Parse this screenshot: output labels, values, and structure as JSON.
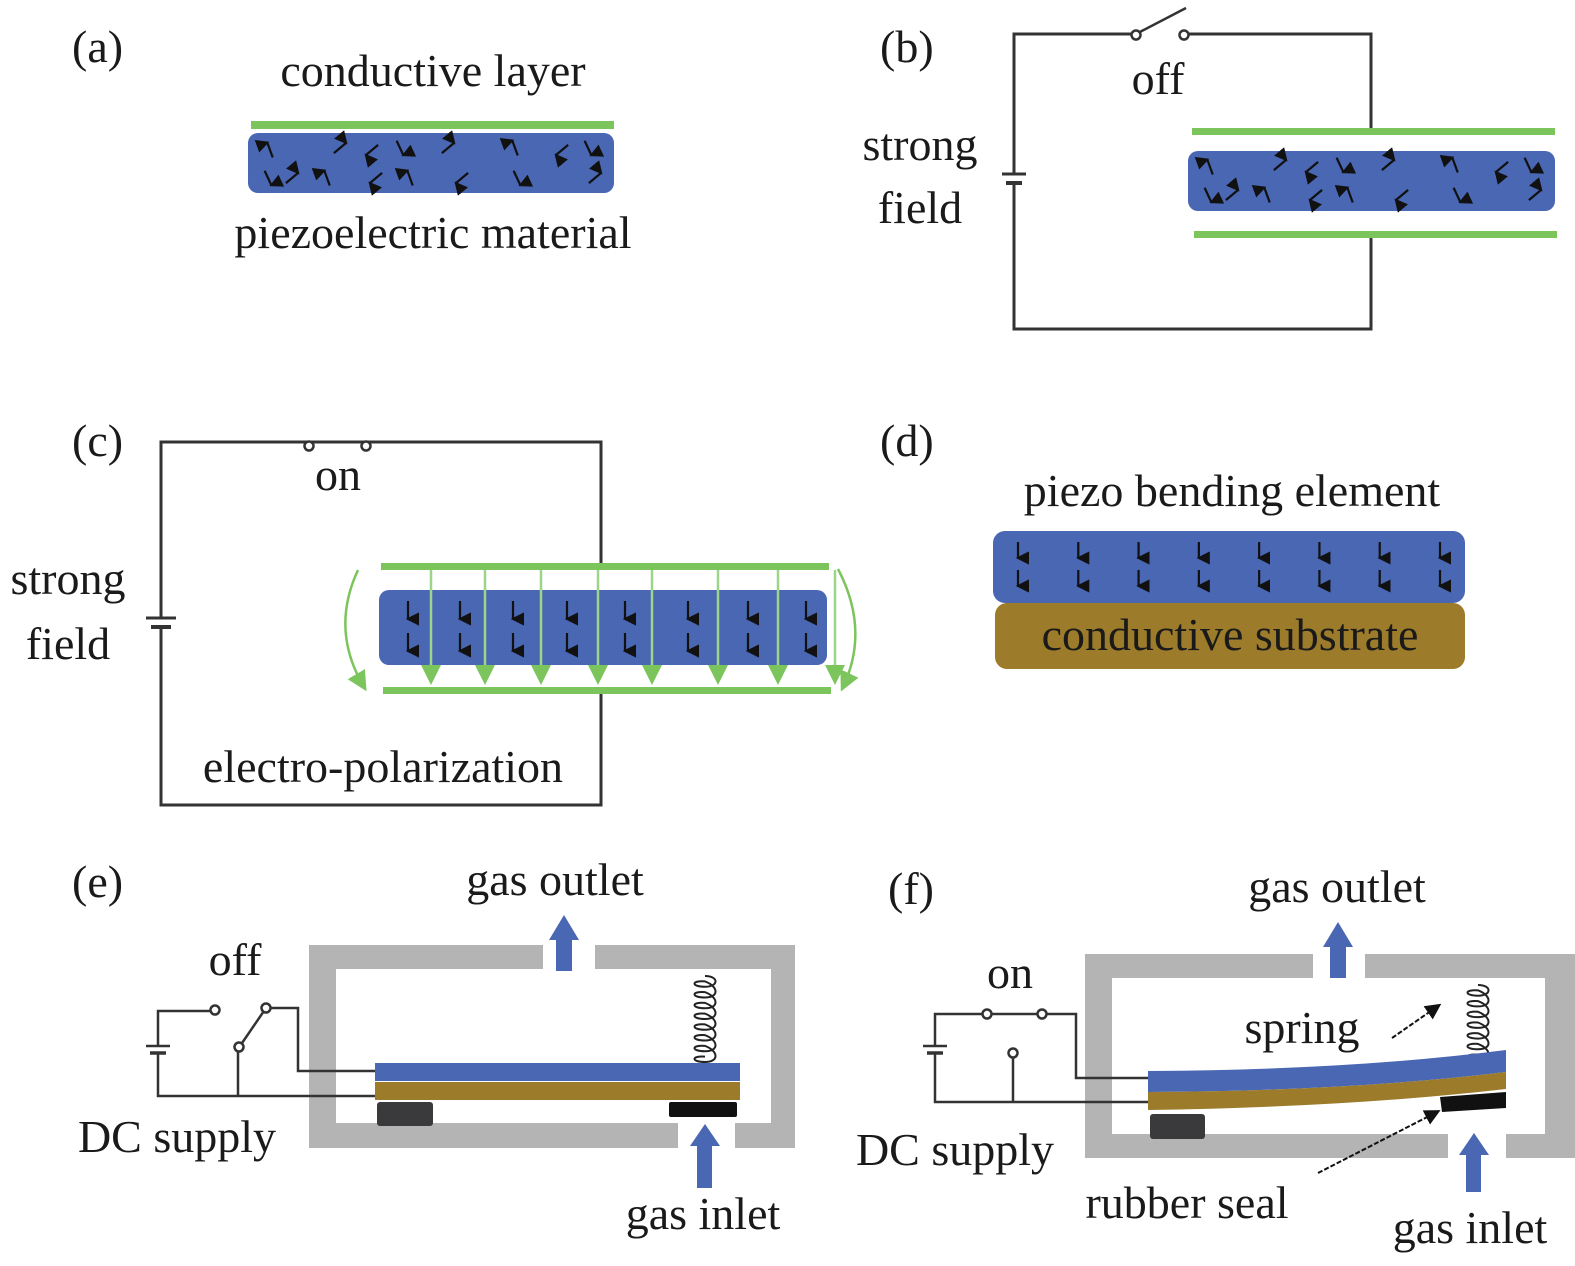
{
  "figure": {
    "colors": {
      "piezo_blue": "#4a67b3",
      "conductive_green": "#7cc45c",
      "field_line_green": "#9bd58a",
      "substrate_brown": "#9c7b2a",
      "housing_gray": "#b4b4b4",
      "rubber_seal_black": "#111111",
      "support_block": "#3a3a3c",
      "arrow_blue": "#4a67b3",
      "wire": "#333333"
    },
    "panels": {
      "a": {
        "tag": "(a)",
        "top_label": "conductive layer",
        "bottom_label": "piezoelectric material",
        "dipoles": "random"
      },
      "b": {
        "tag": "(b)",
        "switch_label": "off",
        "source_label_line1": "strong",
        "source_label_line2": "field",
        "switch_state": "open",
        "dipoles": "random"
      },
      "c": {
        "tag": "(c)",
        "switch_label": "on",
        "source_label_line1": "strong",
        "source_label_line2": "field",
        "caption": "electro-polarization",
        "switch_state": "closed",
        "dipoles": "aligned-down",
        "field_line_count": 8
      },
      "d": {
        "tag": "(d)",
        "top_label": "piezo bending element",
        "substrate_label": "conductive substrate",
        "dipoles": "aligned-down",
        "dipole_columns": 8
      },
      "e": {
        "tag": "(e)",
        "switch_label": "off",
        "outlet_label": "gas outlet",
        "inlet_label": "gas inlet",
        "supply_label": "DC supply",
        "switch_state": "open",
        "element_state": "flat"
      },
      "f": {
        "tag": "(f)",
        "switch_label": "on",
        "outlet_label": "gas outlet",
        "inlet_label": "gas inlet",
        "supply_label": "DC supply",
        "spring_label": "spring",
        "seal_label": "rubber seal",
        "switch_state": "closed",
        "element_state": "bent"
      }
    }
  }
}
